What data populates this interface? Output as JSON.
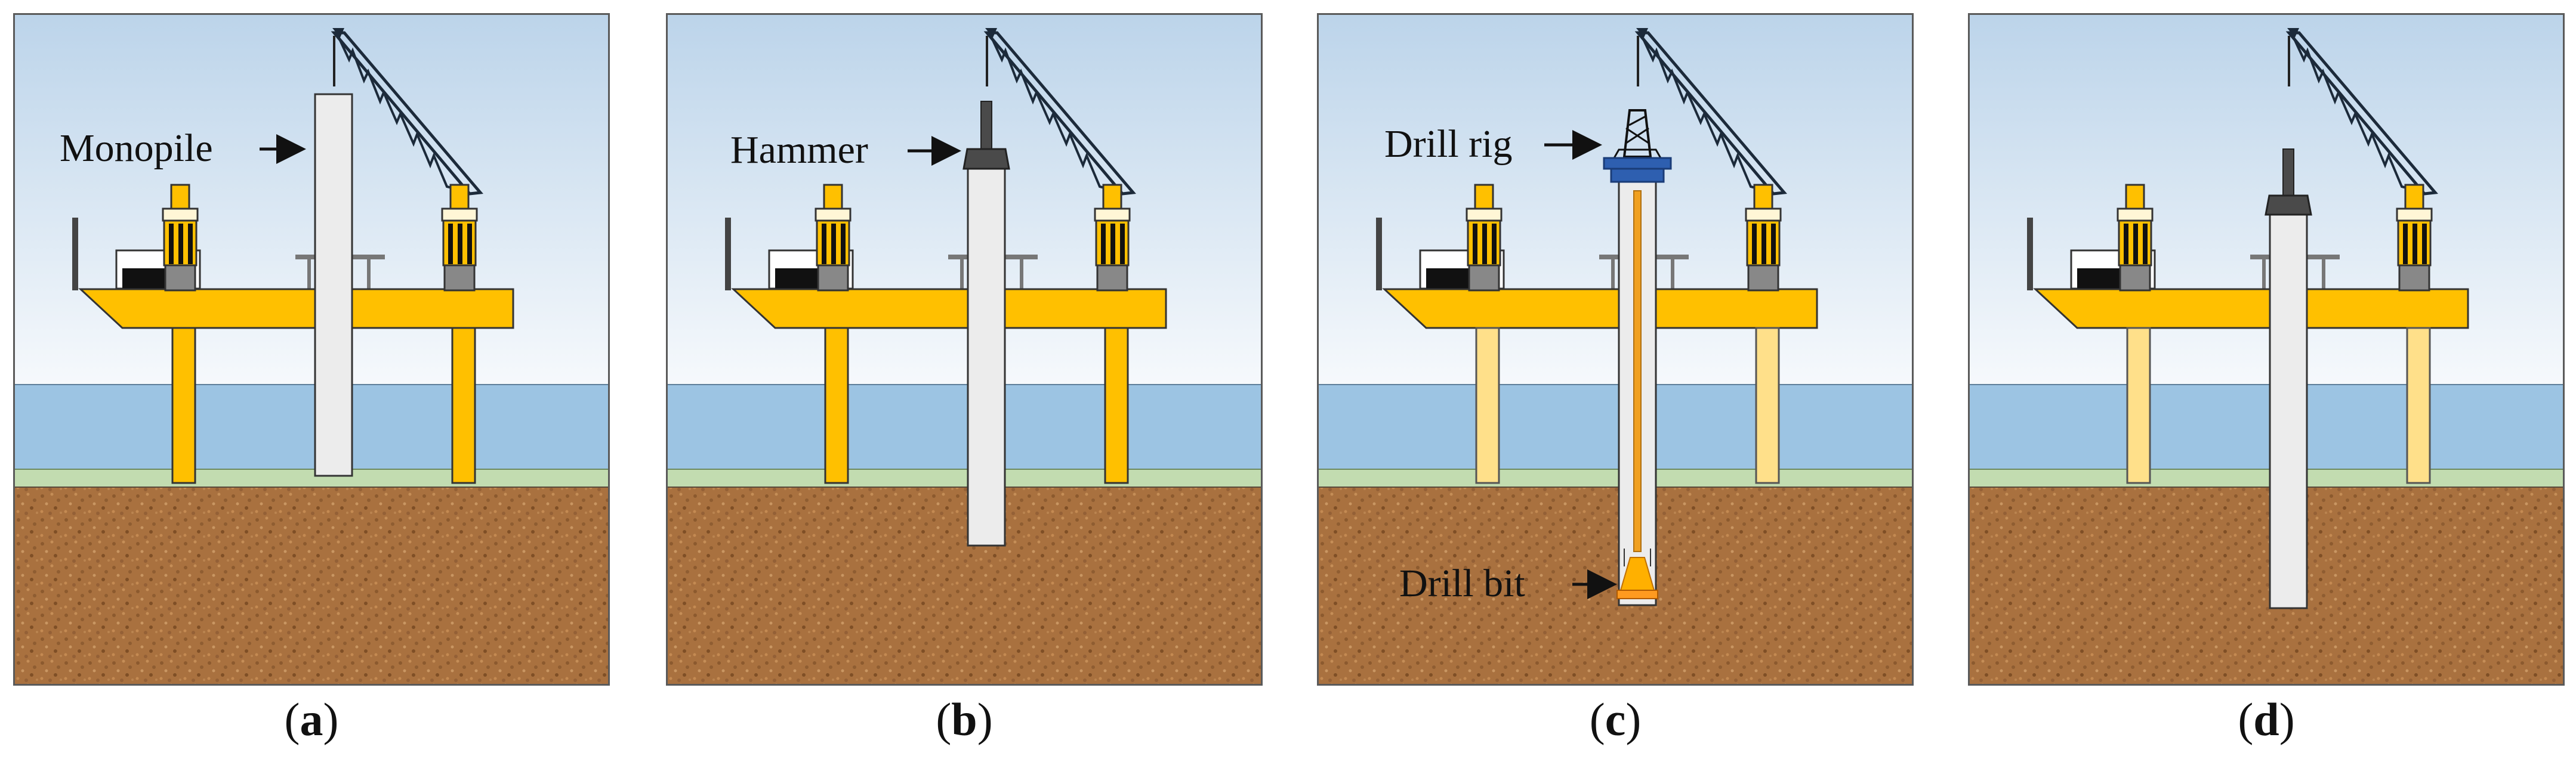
{
  "panels": [
    {
      "caption_open": "(",
      "caption_letter": "a",
      "caption_close": ")",
      "label": "Monopile"
    },
    {
      "caption_open": "(",
      "caption_letter": "b",
      "caption_close": ")",
      "label": "Hammer"
    },
    {
      "caption_open": "(",
      "caption_letter": "c",
      "caption_close": ")",
      "label": "Drill rig",
      "label2": "Drill bit"
    },
    {
      "caption_open": "(",
      "caption_letter": "d",
      "caption_close": ")"
    }
  ],
  "colors": {
    "sky_top": "#bcd4ea",
    "sky_bottom": "#f4f8fc",
    "water": "#9cc4e3",
    "seabed_line": "#c2dcb0",
    "soil": "#a9713f",
    "platform": "#ffc000",
    "platform_faded": "#ffe08a",
    "pile": "#ececec",
    "hammer": "#4a4a4a",
    "drill_rig": "#2e5fb0"
  }
}
